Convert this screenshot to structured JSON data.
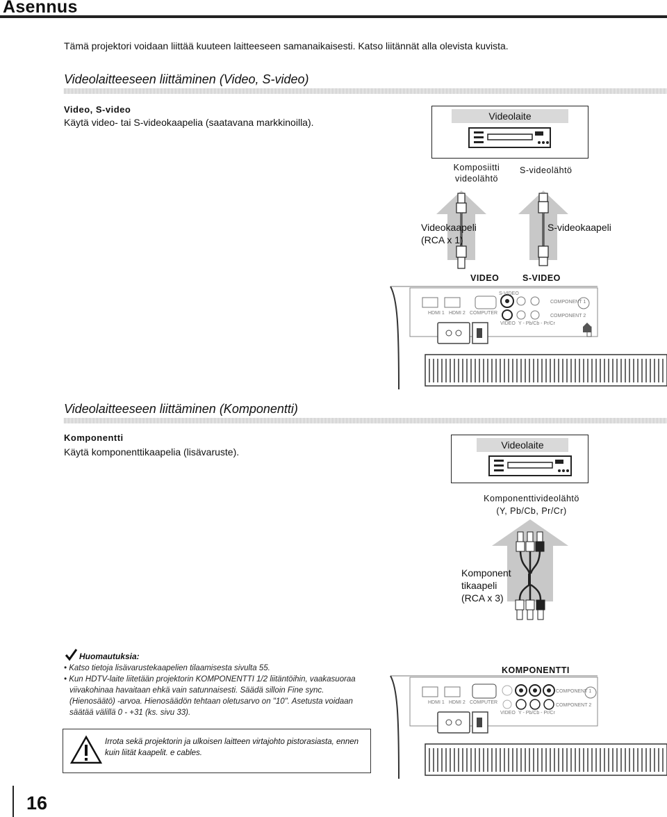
{
  "header": {
    "title": "Asennus"
  },
  "intro": "Tämä projektori voidaan liittää kuuteen laitteeseen samanaikaisesti. Katso liitännät alla olevista kuvista.",
  "section1": {
    "title": "Videolaitteeseen liittäminen (Video, S-video)",
    "subtitle": "Video, S-video",
    "body": "Käytä video- tai S-videokaapelia (saatavana markkinoilla).",
    "device_title": "Videolaite",
    "output1_line1": "Komposiitti",
    "output1_line2": "videolähtö",
    "output2": "S-videolähtö",
    "cable1_line1": "Videokaapeli",
    "cable1_line2": "(RCA x 1)",
    "cable2": "S-videokaapeli",
    "port1": "VIDEO",
    "port2": "S-VIDEO",
    "panel": {
      "svideo": "S-VIDEO",
      "hdmi1": "HDMI 1",
      "hdmi2": "HDMI 2",
      "computer": "COMPUTER",
      "video": "VIDEO",
      "ypbpr": "Y - Pb/Cb - Pr/Cr",
      "comp1": "COMPONENT 1",
      "comp2": "COMPONENT 2"
    }
  },
  "section2": {
    "title": "Videolaitteeseen liittäminen (Komponentti)",
    "subtitle": "Komponentti",
    "body": "Käytä komponenttikaapelia (lisävaruste).",
    "device_title": "Videolaite",
    "output_line1": "Komponenttivideolähtö",
    "output_line2": "(Y, Pb/Cb, Pr/Cr)",
    "cable_line1": "Komponent",
    "cable_line2": "tikaapeli",
    "cable_line3": "(RCA x 3)",
    "port": "KOMPONENTTI",
    "panel": {
      "hdmi1": "HDMI 1",
      "hdmi2": "HDMI 2",
      "computer": "COMPUTER",
      "video": "VIDEO",
      "ypbpr": "Y - Pb/Cb - Pr/Cr",
      "comp1": "COMPONENT 1",
      "comp2": "COMPONENT 2"
    }
  },
  "notes": {
    "heading": "Huomautuksia:",
    "items": [
      "Katso tietoja lisävarustekaapelien tilaamisesta sivulta 55.",
      "Kun HDTV-laite liitetään projektorin KOMPONENTTI 1/2 liitäntöihin, vaakasuoraa viivakohinaa havaitaan ehkä vain satunnaisesti. Säädä silloin Fine sync. (Hienosäätö) -arvoa. Hienosäädön tehtaan oletusarvo on \"10\". Asetusta voidaan säätää välillä 0 - +31 (ks. sivu 33)."
    ]
  },
  "warning": "Irrota sekä projektorin ja ulkoisen laitteen virtajohto pistorasiasta, ennen kuin liität kaapelit. e cables.",
  "page_number": "16"
}
